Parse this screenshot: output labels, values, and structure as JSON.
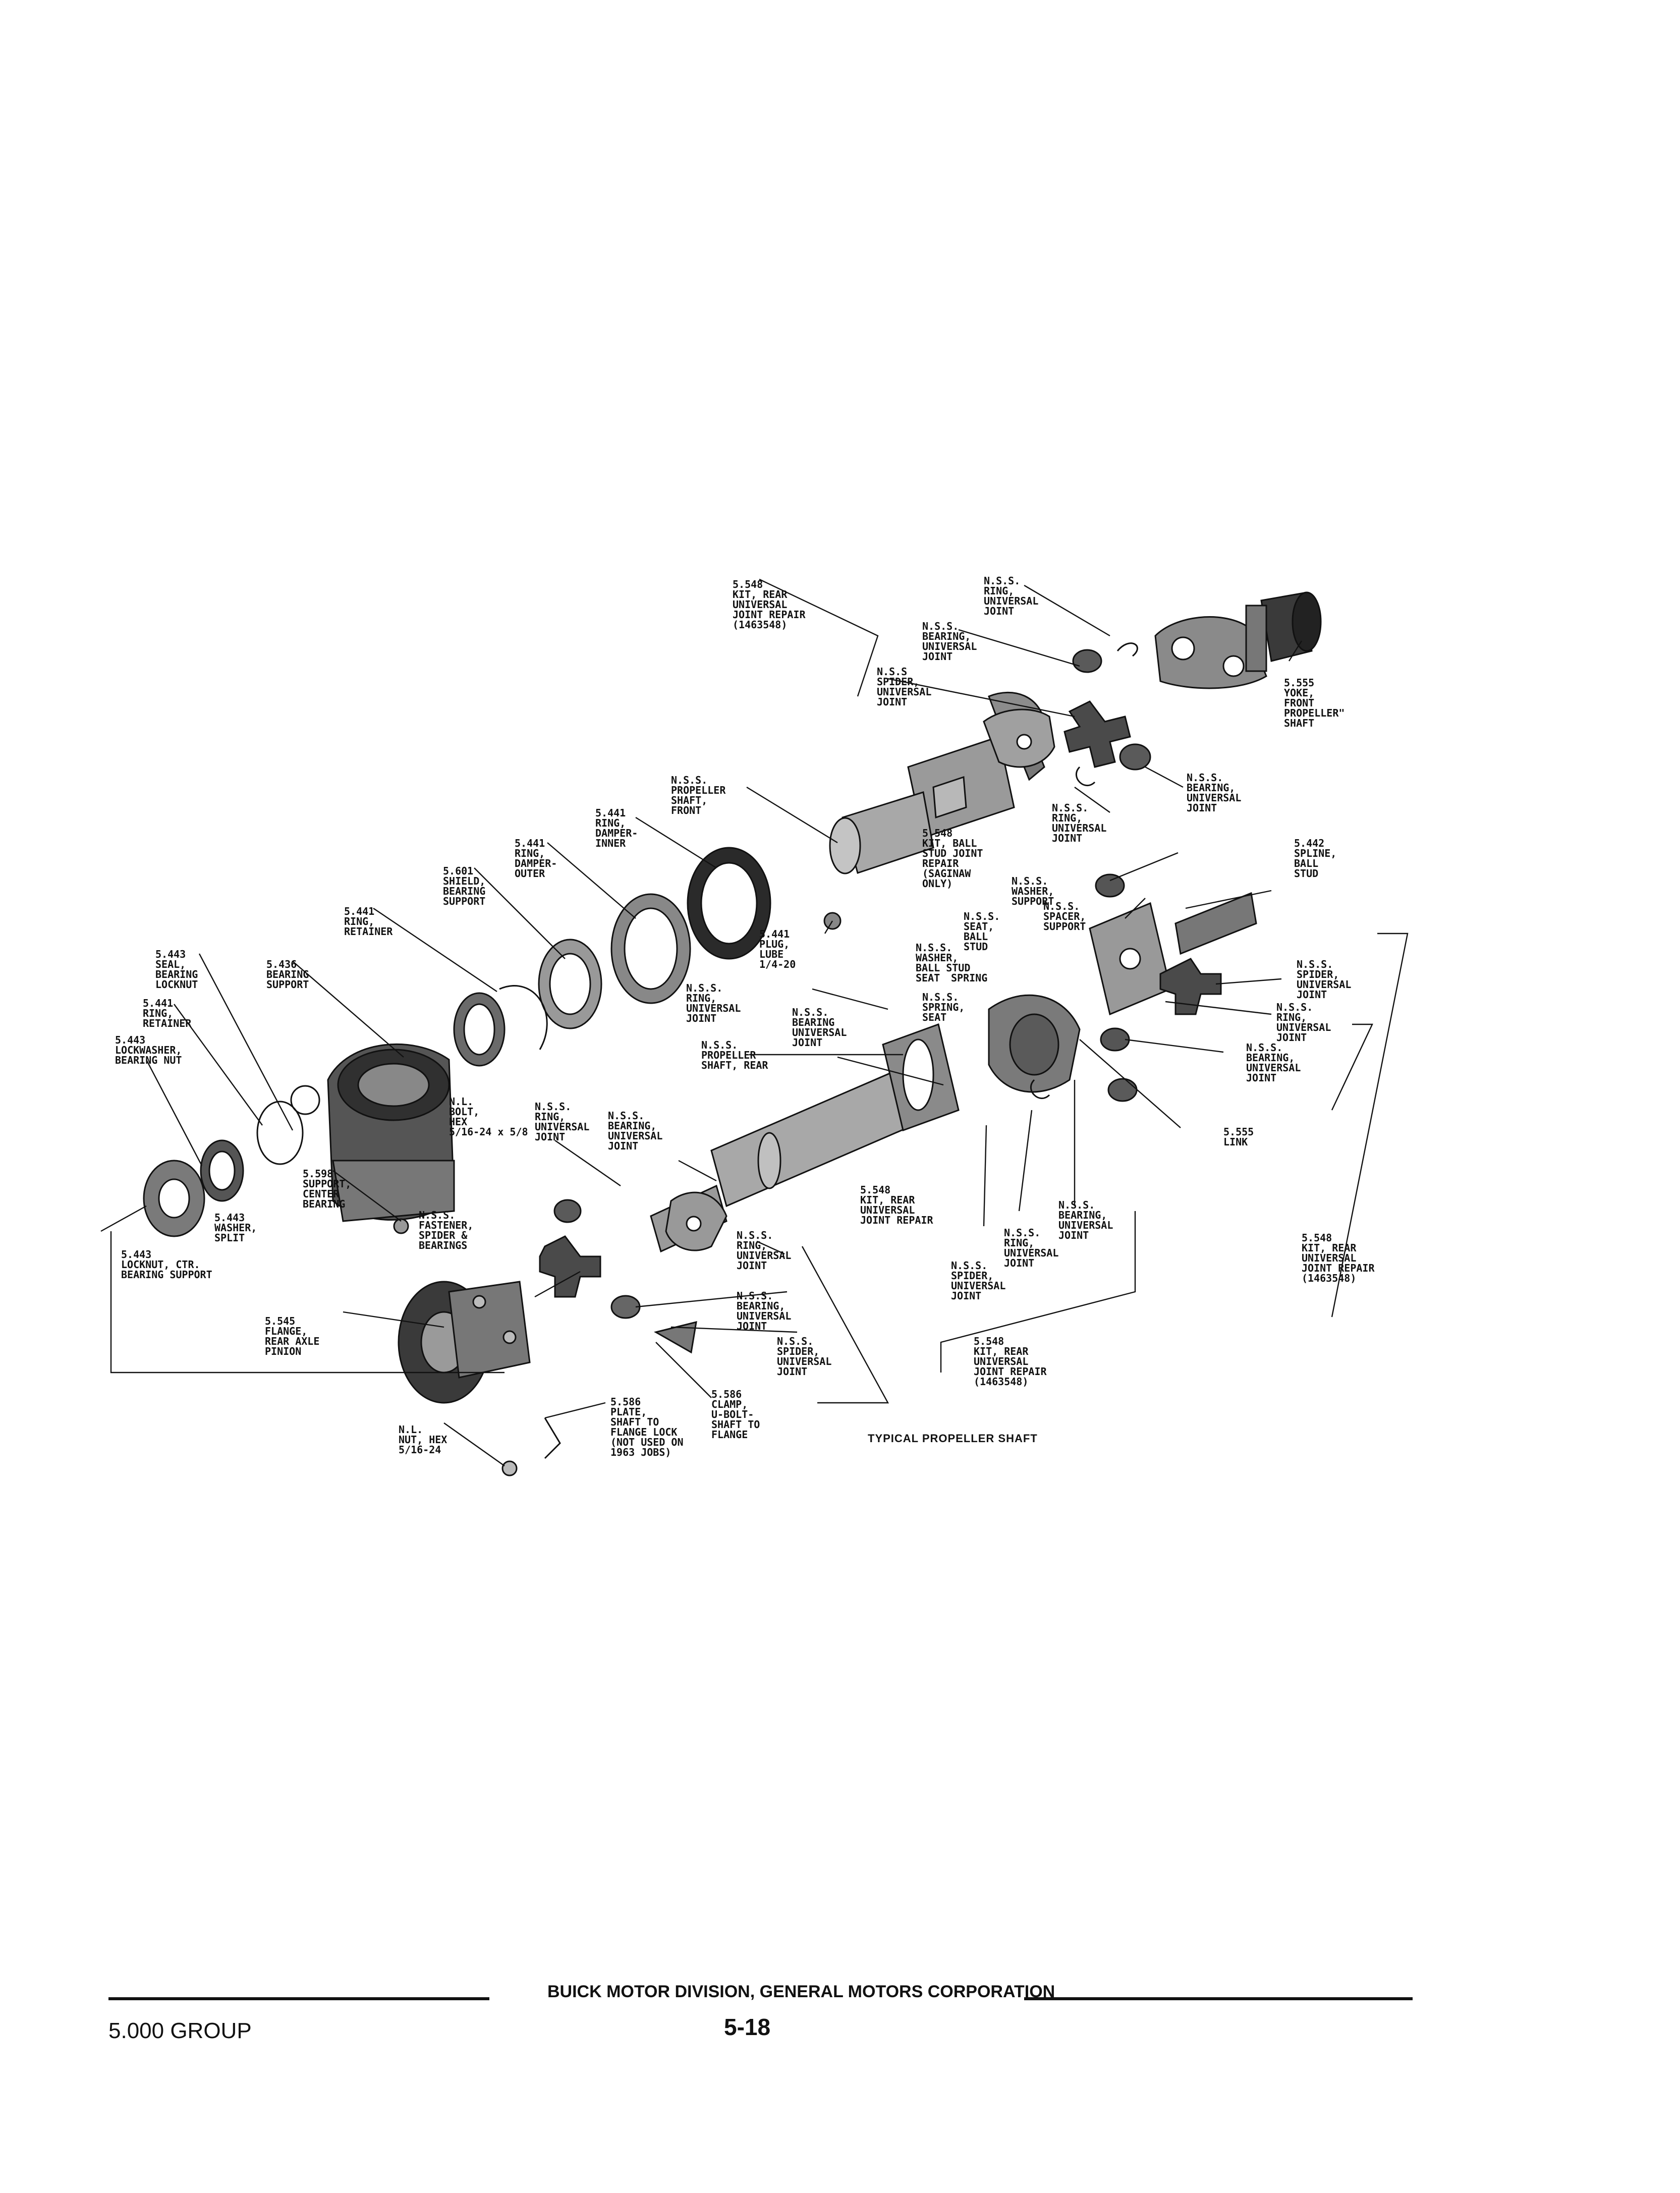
{
  "diagram": {
    "caption": "TYPICAL PROPELLER SHAFT",
    "labels": [
      [
        "5.548",
        "KIT, REAR",
        "UNIVERSAL",
        "JOINT REPAIR",
        "(1463548)"
      ],
      [
        "N.S.S.",
        "RING,",
        "UNIVERSAL",
        "JOINT"
      ],
      [
        "N.S.S.",
        "BEARING,",
        "UNIVERSAL",
        "JOINT"
      ],
      [
        "N.S.S",
        "SPIDER,",
        "UNIVERSAL",
        "JOINT"
      ],
      [
        "5.555",
        "YOKE,",
        "FRONT",
        "PROPELLER\"",
        "SHAFT"
      ],
      [
        "N.S.S.",
        "PROPELLER",
        "SHAFT,",
        "FRONT"
      ],
      [
        "5.441",
        "RING,",
        "DAMPER-",
        "INNER"
      ],
      [
        "5.441",
        "RING,",
        "DAMPER-",
        "OUTER"
      ],
      [
        "5.601",
        "SHIELD,",
        "BEARING",
        "SUPPORT"
      ],
      [
        "5.441",
        "RING,",
        "RETAINER"
      ],
      [
        "5.443",
        "SEAL,",
        "BEARING",
        "LOCKNUT"
      ],
      [
        "5.436",
        "BEARING",
        "SUPPORT"
      ],
      [
        "5.441",
        "RING,",
        "RETAINER"
      ],
      [
        "5.443",
        "LOCKWASHER,",
        "BEARING NUT"
      ],
      [
        "N.S.S.",
        "BEARING,",
        "UNIVERSAL",
        "JOINT"
      ],
      [
        "N.S.S.",
        "RING,",
        "UNIVERSAL",
        "JOINT"
      ],
      [
        "5.548",
        "KIT, BALL",
        "STUD JOINT",
        "REPAIR",
        "(SAGINAW",
        "ONLY)"
      ],
      [
        "5.442",
        "SPLINE,",
        "BALL",
        "STUD"
      ],
      [
        "N.S.S.",
        "WASHER,",
        "SUPPORT"
      ],
      [
        "N.S.S.",
        "SPACER,",
        "SUPPORT"
      ],
      [
        "N.S.S.",
        "SEAT,",
        "BALL",
        "STUD"
      ],
      [
        "N.S.S.",
        "WASHER,",
        "BALL STUD",
        "SEAT"
      ],
      [
        "N.S.S.",
        "SPRING,",
        "SEAT"
      ],
      [
        "SPRING"
      ],
      [
        "5.441",
        "PLUG,",
        "LUBE",
        "1/4-20"
      ],
      [
        "N.S.S.",
        "RING,",
        "UNIVERSAL",
        "JOINT"
      ],
      [
        "N.S.S.",
        "SPIDER,",
        "UNIVERSAL",
        "JOINT"
      ],
      [
        "N.S.S.",
        "RING,",
        "UNIVERSAL",
        "JOINT"
      ],
      [
        "N.S.S.",
        "BEARING,",
        "UNIVERSAL",
        "JOINT"
      ],
      [
        "N.S.S.",
        "BEARING",
        "UNIVERSAL",
        "JOINT"
      ],
      [
        "N.S.S.",
        "PROPELLER",
        "SHAFT, REAR"
      ],
      [
        "5.555",
        "LINK"
      ],
      [
        "N.L.",
        "BOLT,",
        "HEX",
        "5/16-24 x 5/8"
      ],
      [
        "N.S.S.",
        "RING,",
        "UNIVERSAL",
        "JOINT"
      ],
      [
        "N.S.S.",
        "BEARING,",
        "UNIVERSAL",
        "JOINT"
      ],
      [
        "5.598",
        "SUPPORT,",
        "CENTER",
        "BEARING"
      ],
      [
        "5.443",
        "WASHER,",
        "SPLIT"
      ],
      [
        "5.443",
        "LOCKNUT, CTR.",
        "BEARING SUPPORT"
      ],
      [
        "5.548",
        "KIT, REAR",
        "UNIVERSAL",
        "JOINT REPAIR"
      ],
      [
        "N.S.S.",
        "BEARING,",
        "UNIVERSAL",
        "JOINT"
      ],
      [
        "N.S.S.",
        "RING,",
        "UNIVERSAL",
        "JOINT"
      ],
      [
        "N.S.S.",
        "SPIDER,",
        "UNIVERSAL",
        "JOINT"
      ],
      [
        "5.548",
        "KIT, REAR",
        "UNIVERSAL",
        "JOINT REPAIR",
        "(1463548)"
      ],
      [
        "5.548",
        "KIT, REAR",
        "UNIVERSAL",
        "JOINT REPAIR",
        "(1463548)"
      ],
      [
        "N.S.S.",
        "FASTENER,",
        "SPIDER &",
        "BEARINGS"
      ],
      [
        "N.S.S.",
        "RING,",
        "UNIVERSAL",
        "JOINT"
      ],
      [
        "N.S.S.",
        "BEARING,",
        "UNIVERSAL",
        "JOINT"
      ],
      [
        "N.S.S.",
        "SPIDER,",
        "UNIVERSAL",
        "JOINT"
      ],
      [
        "5.545",
        "FLANGE,",
        "REAR AXLE",
        "PINION"
      ],
      [
        "5.586",
        "PLATE,",
        "SHAFT TO",
        "FLANGE LOCK",
        "(NOT USED ON",
        "1963 JOBS)"
      ],
      [
        "5.586",
        "CLAMP,",
        "U-BOLT-",
        "SHAFT TO",
        "FLANGE"
      ],
      [
        "N.L.",
        "NUT, HEX",
        "5/16-24"
      ]
    ]
  },
  "footer": {
    "corporation": "BUICK MOTOR DIVISION, GENERAL MOTORS CORPORATION",
    "group": "5.000 GROUP",
    "page": "5-18"
  }
}
